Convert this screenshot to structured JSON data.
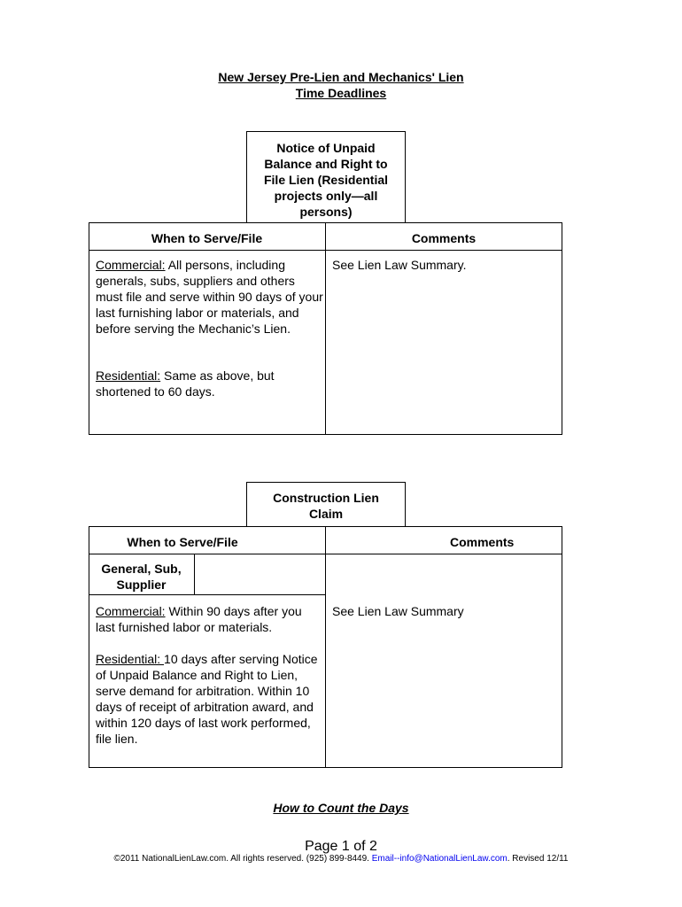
{
  "title": {
    "line1": "New Jersey Pre-Lien and Mechanics' Lien",
    "line2": "Time Deadlines"
  },
  "section1": {
    "heading": "Notice of Unpaid\nBalance and Right to\nFile Lien (Residential\nprojects only—all\npersons)",
    "col1_header": "When to Serve/File",
    "col2_header": "Comments",
    "commercial_label": "Commercial:",
    "commercial_text": " All persons, including generals, subs, suppliers and others must file and serve within 90 days of your last furnishing labor or materials, and before serving the Mechanic’s Lien.",
    "residential_label": "Residential:",
    "residential_text": " Same as above, but shortened to 60 days.",
    "comment": "See Lien Law Summary."
  },
  "section2": {
    "heading": "Construction Lien\nClaim",
    "col1_header": "When to Serve/File",
    "col2_header": "Comments",
    "party": "General, Sub,\nSupplier",
    "commercial_label": "Commercial:",
    "commercial_text": " Within 90 days after you last furnished labor or materials.",
    "residential_label": "Residential: ",
    "residential_text": "10 days after serving Notice of Unpaid Balance and Right to Lien, serve demand for arbitration. Within 10 days of receipt of arbitration award, and within 120 days of last work performed, file lien.",
    "comment": "See Lien Law Summary"
  },
  "how_to_count": "How to Count the Days",
  "page_number": "Page 1 of 2",
  "footer": {
    "text_before": "©2011 NationalLienLaw.com. All rights reserved. (925) 899-8449. ",
    "email_link": "Email--info@NationalLienLaw.com",
    "text_after": ". Revised 12/11"
  }
}
